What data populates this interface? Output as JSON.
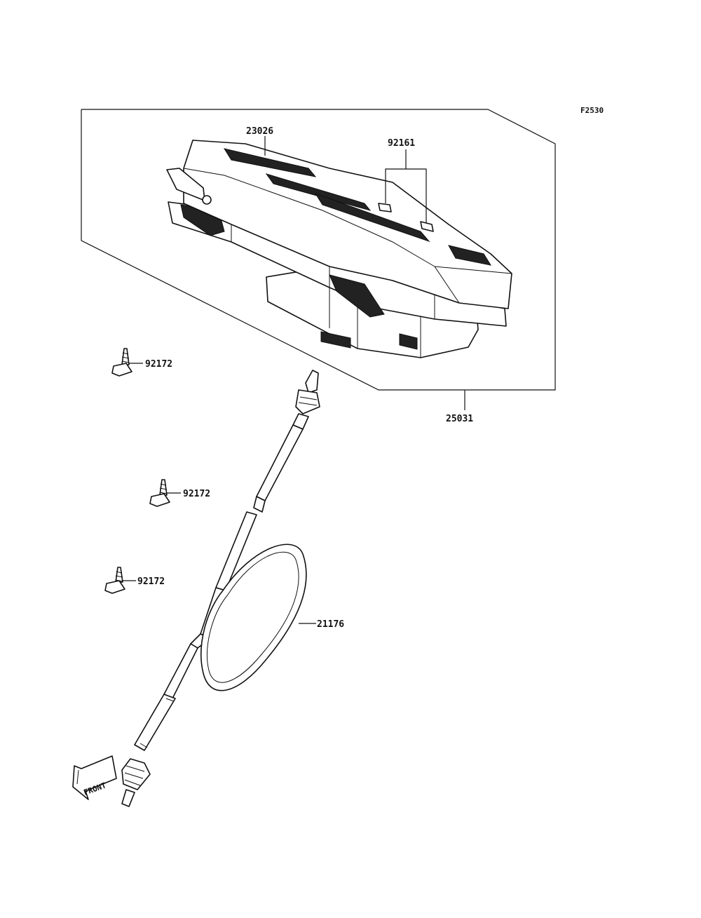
{
  "figure_code": "F2530",
  "parts": {
    "meter_cover": "23026",
    "meter_assy": "25031",
    "grommet": "92161",
    "screw_1": "92172",
    "screw_2": "92172",
    "screw_3": "92172",
    "cable": "21176"
  },
  "front_arrow": "FRONT"
}
